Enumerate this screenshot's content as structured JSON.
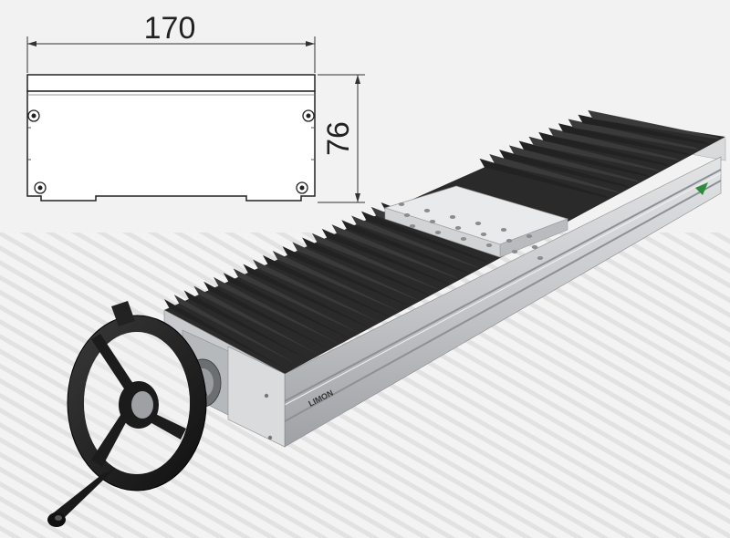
{
  "drawing": {
    "width_label": "170",
    "height_label": "76"
  },
  "product": {
    "brand": "LIMON"
  },
  "colors": {
    "background": "#f2f2f2",
    "stripe": "#e4e4e4",
    "aluminum": "#c9cbcd",
    "bellows": "#2c2c2c",
    "wheel": "#1e1e1e",
    "brand_accent": "#2e8b3a"
  },
  "icons": [
    "handwheel-icon",
    "bellows-cover-icon",
    "carriage-plate-icon"
  ]
}
